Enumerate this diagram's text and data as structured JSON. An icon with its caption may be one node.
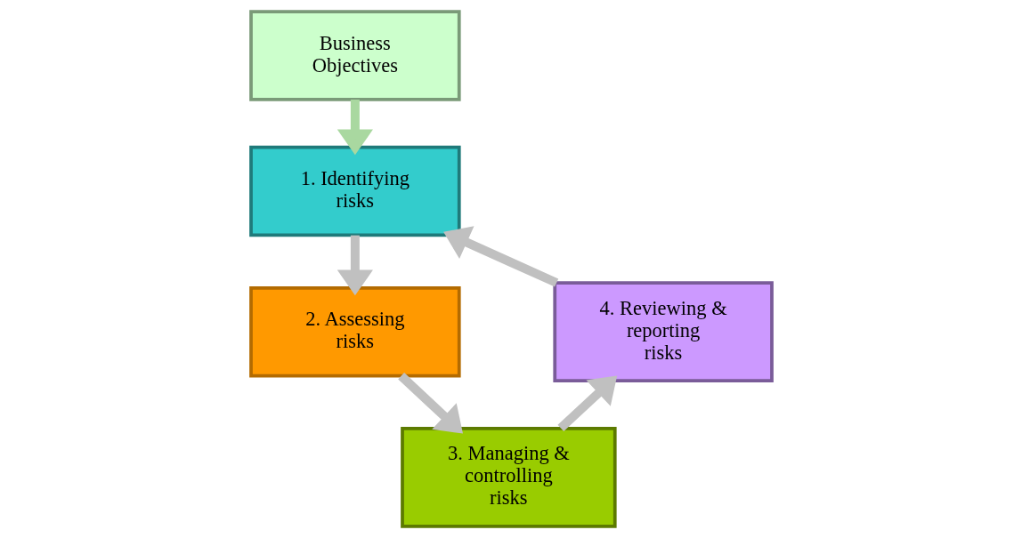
{
  "diagram": {
    "nodes": [
      {
        "text": [
          "Business Objectives"
        ]
      },
      {
        "text": [
          "1. Identifying risks"
        ]
      },
      {
        "text": [
          "2. Assessing risks"
        ]
      },
      {
        "text": [
          "3. Managing & controlling risks"
        ]
      },
      {
        "text": [
          "4. Reviewing & reporting risks"
        ]
      }
    ],
    "edges": [
      {
        "from": 0,
        "to": 1,
        "arrow": "to",
        "color": "#a9d8a0"
      },
      {
        "from": 1,
        "to": 2,
        "arrow": "to"
      },
      {
        "from": 2,
        "to": 3,
        "arrow": "to"
      },
      {
        "from": 3,
        "to": 4,
        "arrow": "to"
      },
      {
        "from": 4,
        "to": 1,
        "arrow": "to"
      }
    ]
  }
}
